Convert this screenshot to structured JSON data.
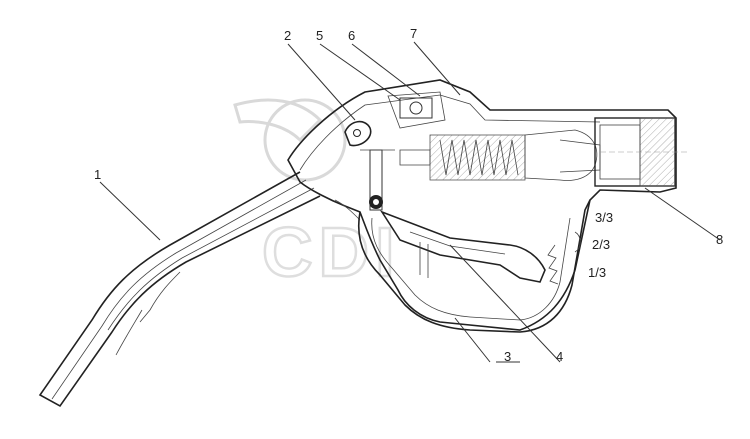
{
  "logo": {
    "text": "CDI"
  },
  "callouts": [
    {
      "id": "1",
      "text": "1"
    },
    {
      "id": "2",
      "text": "2"
    },
    {
      "id": "3",
      "text": "3"
    },
    {
      "id": "4",
      "text": "4"
    },
    {
      "id": "5",
      "text": "5"
    },
    {
      "id": "6",
      "text": "6"
    },
    {
      "id": "7",
      "text": "7"
    },
    {
      "id": "8",
      "text": "8"
    }
  ],
  "trigger_positions": [
    {
      "text": "3/3"
    },
    {
      "text": "2/3"
    },
    {
      "text": "1/3"
    }
  ]
}
